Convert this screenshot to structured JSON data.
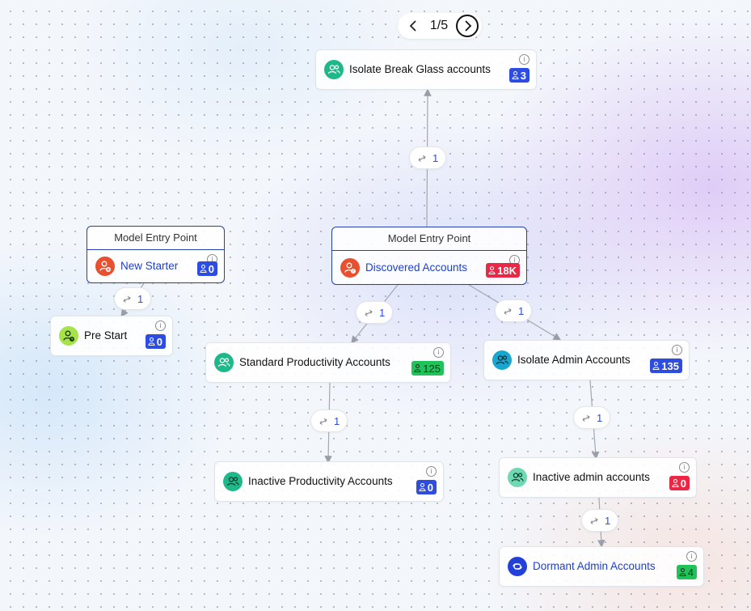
{
  "pager": {
    "label": "1/5",
    "prev_icon": "chevron-left-icon",
    "next_icon": "chevron-right-icon"
  },
  "colors": {
    "accent": "#2340b5",
    "badge_blue": "#2d4ce0",
    "badge_red": "#ea2845",
    "badge_green": "#21c25a"
  },
  "nodes": {
    "isolate_break_glass": {
      "title": "Isolate Break Glass accounts",
      "count": "3",
      "badge_color": "blue",
      "icon": "people-icon",
      "avatar_color": "#1fb88a"
    },
    "new_starter": {
      "header": "Model Entry Point",
      "title": "New Starter",
      "count": "0",
      "badge_color": "blue",
      "icon": "person-add-icon",
      "avatar_color": "#e8502f"
    },
    "pre_start": {
      "title": "Pre Start",
      "count": "0",
      "badge_color": "blue",
      "icon": "person-clock-icon",
      "avatar_color": "#a6e34b"
    },
    "discovered": {
      "header": "Model Entry Point",
      "title": "Discovered Accounts",
      "count": "18K",
      "badge_color": "red",
      "icon": "person-question-icon",
      "avatar_color": "#e8502f"
    },
    "standard_productivity": {
      "title": "Standard Productivity Accounts",
      "count": "125",
      "badge_color": "green",
      "icon": "people-icon",
      "avatar_color": "#1fb88a"
    },
    "isolate_admin": {
      "title": "Isolate Admin Accounts",
      "count": "135",
      "badge_color": "blue",
      "icon": "people-icon",
      "avatar_color": "#1aa7cf"
    },
    "inactive_productivity": {
      "title": "Inactive Productivity Accounts",
      "count": "0",
      "badge_color": "blue",
      "icon": "people-icon",
      "avatar_color": "#1fb88a"
    },
    "inactive_admin": {
      "title": "Inactive admin accounts",
      "count": "0",
      "badge_color": "red",
      "icon": "people-icon",
      "avatar_color": "#6fd9b3"
    },
    "dormant_admin": {
      "title": "Dormant Admin Accounts",
      "count": "4",
      "badge_color": "green",
      "icon": "person-link-icon",
      "avatar_color": "#2340d8"
    }
  },
  "edges": {
    "discovered_to_break_glass": "1",
    "new_starter_to_pre_start": "1",
    "discovered_to_standard": "1",
    "discovered_to_isolate_admin": "1",
    "standard_to_inactive_productivity": "1",
    "isolate_admin_to_inactive_admin": "1",
    "inactive_admin_to_dormant": "1"
  }
}
